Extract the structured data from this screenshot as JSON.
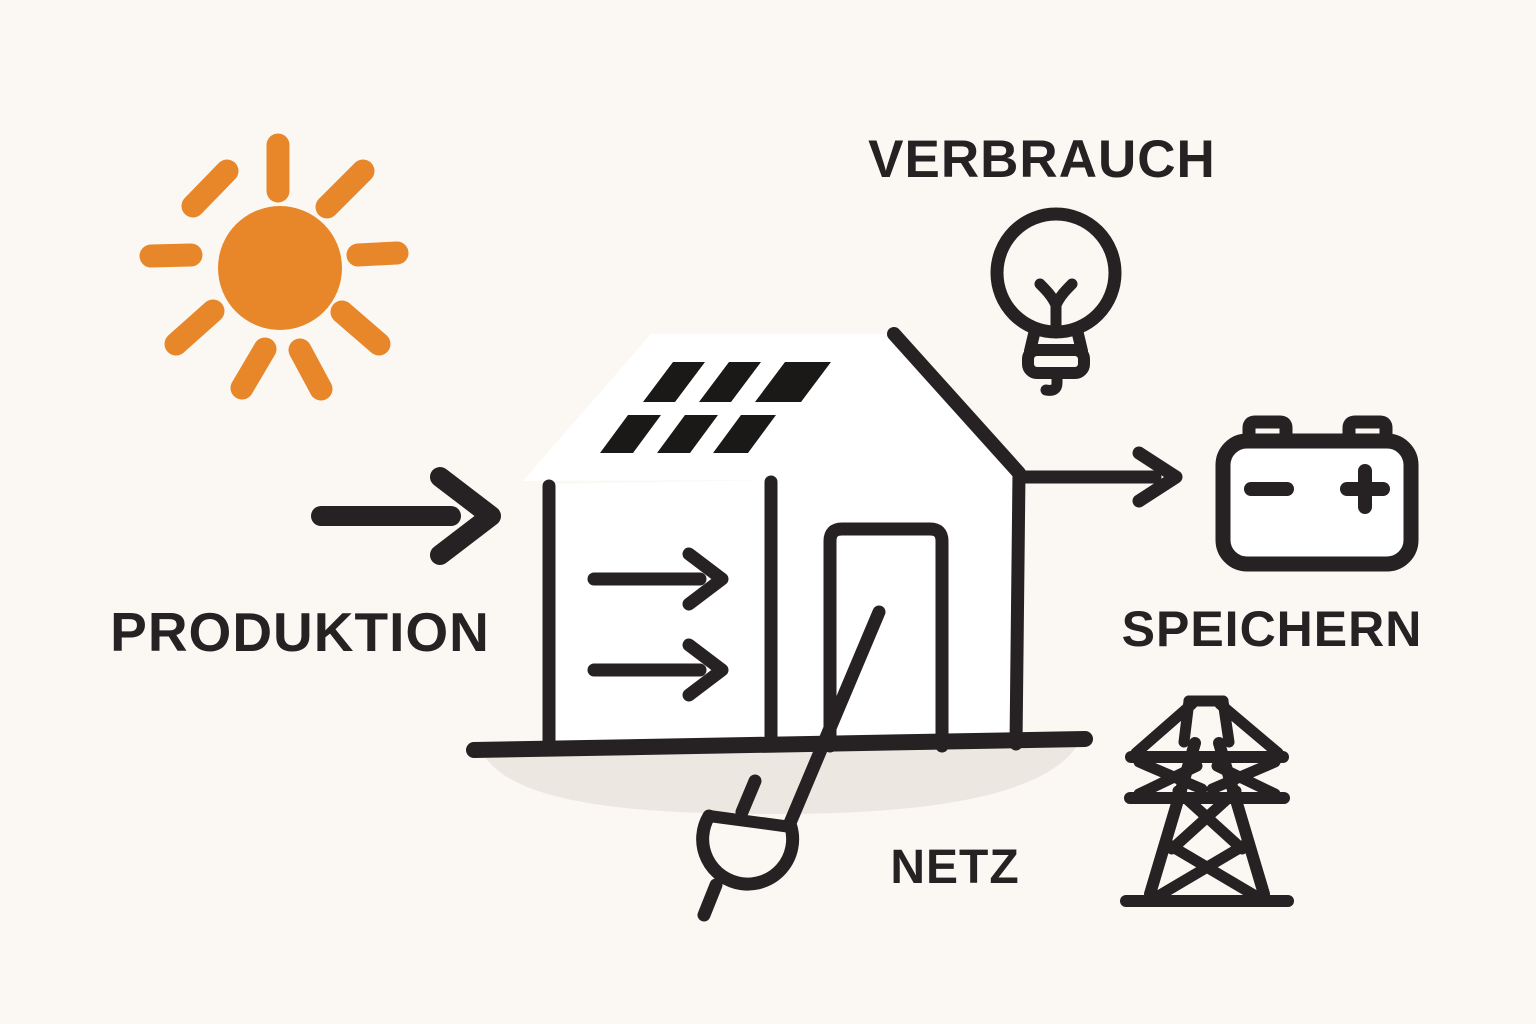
{
  "labels": {
    "produktion": "PRODUKTION",
    "verbrauch": "VERBRAUCH",
    "speichern": "SPEICHERN",
    "netz": "NETZ"
  },
  "colors": {
    "background": "#FBF8F4",
    "ink": "#262122",
    "sun": "#E7872A",
    "shadow": "#ECE7E0",
    "panel_cell": "#1B1818",
    "house_fill": "#FFFFFF"
  },
  "icons": {
    "sun-icon": "orange sun with nine rounded rays",
    "house-icon": "outlined house with solar roof and door",
    "solar-panel-icon": "dark solar cells on roof",
    "flow-arrow-icon": "thick right arrow",
    "bulb-icon": "light bulb with filament",
    "battery-icon": "battery block with minus and plus terminals",
    "plug-icon": "power plug on cable",
    "pylon-icon": "electricity transmission tower",
    "ground-shadow": "soft ellipse shadow under house"
  }
}
